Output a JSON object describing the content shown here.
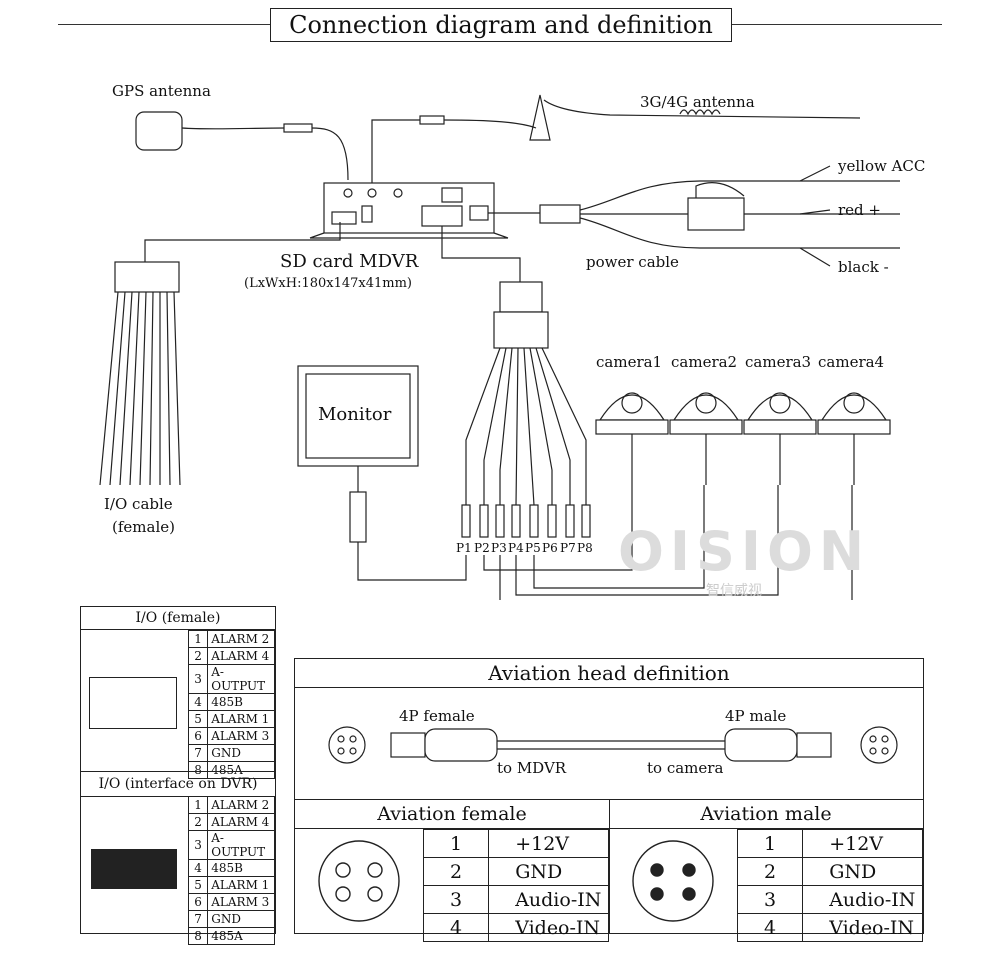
{
  "title": "Connection diagram and definition",
  "labels": {
    "gps": "GPS antenna",
    "antenna": "3G/4G antenna",
    "yellow": "yellow ACC",
    "red": "red +",
    "black": "black -",
    "mdvr": "SD card MDVR",
    "mdvr_size": "(LxWxH:180x147x41mm)",
    "power": "power cable",
    "io_cable": "I/O cable",
    "io_cable_sub": "(female)",
    "monitor": "Monitor",
    "cameras": [
      "camera1",
      "camera2",
      "camera3",
      "camera4"
    ],
    "ports": [
      "P1",
      "P2",
      "P3",
      "P4",
      "P5",
      "P6",
      "P7",
      "P8"
    ],
    "watermark": "OISION",
    "watermark_cn": "智信威视"
  },
  "io_female": {
    "title": "I/O (female)",
    "rows": [
      [
        "1",
        "ALARM 2"
      ],
      [
        "2",
        "ALARM 4"
      ],
      [
        "3",
        "A-OUTPUT"
      ],
      [
        "4",
        "485B"
      ],
      [
        "5",
        "ALARM 1"
      ],
      [
        "6",
        "ALARM 3"
      ],
      [
        "7",
        "GND"
      ],
      [
        "8",
        "485A"
      ]
    ]
  },
  "io_dvr": {
    "title": "I/O (interface on DVR)",
    "rows": [
      [
        "1",
        "ALARM 2"
      ],
      [
        "2",
        "ALARM 4"
      ],
      [
        "3",
        "A-OUTPUT"
      ],
      [
        "4",
        "485B"
      ],
      [
        "5",
        "ALARM 1"
      ],
      [
        "6",
        "ALARM 3"
      ],
      [
        "7",
        "GND"
      ],
      [
        "8",
        "485A"
      ]
    ]
  },
  "aviation": {
    "title": "Aviation head definition",
    "female_label": "4P female",
    "male_label": "4P male",
    "to_mdvr": "to MDVR",
    "to_camera": "to camera",
    "female_title": "Aviation female",
    "male_title": "Aviation male",
    "female_rows": [
      [
        "1",
        "+12V"
      ],
      [
        "2",
        "GND"
      ],
      [
        "3",
        "Audio-IN"
      ],
      [
        "4",
        "Video-IN"
      ]
    ],
    "male_rows": [
      [
        "1",
        "+12V"
      ],
      [
        "2",
        "GND"
      ],
      [
        "3",
        "Audio-IN"
      ],
      [
        "4",
        "Video-IN"
      ]
    ]
  }
}
